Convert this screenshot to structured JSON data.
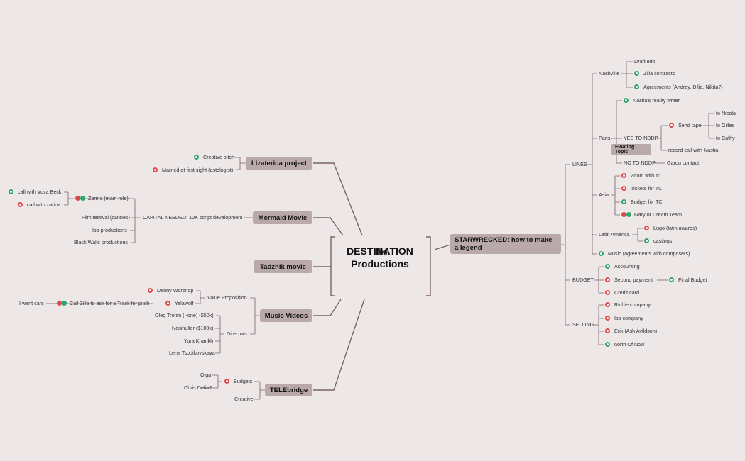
{
  "center": {
    "line1": "DESTINATION",
    "line2": "Productions",
    "icon": "movie-camera-icon"
  },
  "colors": {
    "background": "#ede7e8",
    "topic": "#b9a9ab",
    "line": "#7a6467",
    "green": "#2fa56b",
    "red": "#e04848"
  },
  "topics": {
    "lizaterica": "Lizaterica project",
    "mermaid": "Mermaid Movie",
    "tadzhik": "Tadzhik movie",
    "music_videos": "Music Videos",
    "telebridge": "TELEbridge",
    "starwrecked": "STARWRECKED: how to make a legend",
    "floating": "Floating Topic"
  },
  "lizaterica": {
    "creative_pitch": "Creative pitch",
    "married": "Married at first sight (astologist)"
  },
  "mermaid": {
    "capital": "CAPITAL NEEDED: 10K script development",
    "zarina": "Zarina (main role)",
    "vova": "call with Vova Beck",
    "call_zarina": "call with zarina",
    "film_festival": "Film festival (cannes)",
    "isa": "Isa productions",
    "black_walls": "Black Walls productions"
  },
  "music_videos": {
    "value_prop": "Value Proposition",
    "danny": "Danny Worsnop",
    "yelawolf": "Yelawolf",
    "call_zilla": "Call Zilla to ask for a Track for pitch",
    "want_cars": "I want cars",
    "directors": "Directors",
    "oleg": "Oleg Trofim (I-one) ($50k)",
    "naishuller": "Naishuller ($100k)",
    "yura": "Yura Kharikh",
    "lena": "Lena Tsodikovskaya"
  },
  "telebridge": {
    "budgets": "Budgets",
    "olga": "Olga",
    "chris": "Chris Delia?",
    "creative": "Creative"
  },
  "starwrecked": {
    "lines": "LINES",
    "nashville": "Nashville",
    "draft": "Draft edit",
    "zilla_contracts": "Zilla contracts",
    "agreements": "Agreements (Andrey, Dilia, Nikita?)",
    "paris": "Paris",
    "nastia_writer": "Nastia's reality writer",
    "yes_nddp": "YES TO NDDP",
    "send_tape": "Send tape",
    "to_nicola": "to Nicola",
    "to_gilles": "to Gilles",
    "to_cathy": "to Cathy",
    "record_call": "record call with Nastia",
    "no_nddp": "NO TO NDDP",
    "garou": "Garou contact",
    "asia": "Asia",
    "zoom": "Zoom with tc",
    "tickets": "Tickets for TC",
    "budget_tc": "Budget for TC",
    "gary": "Gary or Dream Team",
    "latin": "Latin America",
    "lugo": "Lugo (latin awards)",
    "castings": "castings",
    "music_agreements": "Music (agreements with composers)",
    "budget": "BUDGET",
    "accounting": "Accounting",
    "second_payment": "Second payment",
    "final_budget": "Final Budget",
    "credit_card": "Credit card",
    "selling": "SELLING",
    "richie": "Richie company",
    "isa_company": "Isa company",
    "erik": "Erik (Ash Avildson)",
    "north": "north Of Now"
  }
}
